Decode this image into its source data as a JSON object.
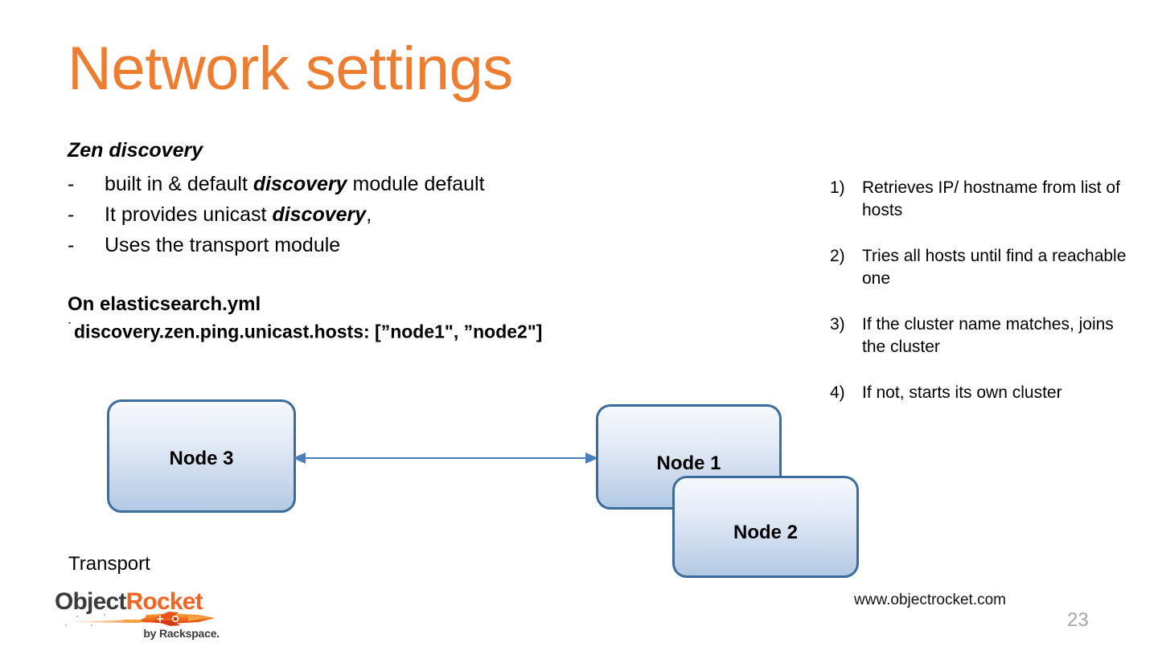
{
  "slide": {
    "title": "Network settings",
    "title_color": "#ED7D31",
    "page_number": "23",
    "website": "www.objectrocket.com"
  },
  "left": {
    "section_heading": "Zen discovery",
    "bullets": [
      {
        "marker": "-",
        "pre": "built in & default  ",
        "emphasis": "discovery",
        "post": " module default"
      },
      {
        "marker": "-",
        "pre": "It provides unicast ",
        "emphasis": "discovery",
        "post": ","
      },
      {
        "marker": "-",
        "pre": "Uses the transport module",
        "emphasis": "",
        "post": ""
      }
    ],
    "config_heading": "On elasticsearch.yml",
    "config_tick": "˙",
    "config_line": "discovery.zen.ping.unicast.hosts: [”node1\", ”node2\"]"
  },
  "steps": [
    {
      "num": "1)",
      "text": "Retrieves IP/ hostname from list of hosts"
    },
    {
      "num": "2)",
      "text": "Tries all hosts until find a reachable one"
    },
    {
      "num": "3)",
      "text": "If the cluster name matches, joins the cluster"
    },
    {
      "num": "4)",
      "text": "If not, starts its own cluster"
    }
  ],
  "diagram": {
    "node3_label": "Node 3",
    "node1_label": "Node 1",
    "node2_label": "Node 2",
    "transport_label": "Transport",
    "node_border_color": "#3B6C9B",
    "arrow_color": "#4A7EBB"
  },
  "logo": {
    "word_object": "Object",
    "word_rocket": "Rocket",
    "tagline": "by Rackspace.",
    "object_color": "#3b3b3b",
    "rocket_color": "#F26522"
  }
}
